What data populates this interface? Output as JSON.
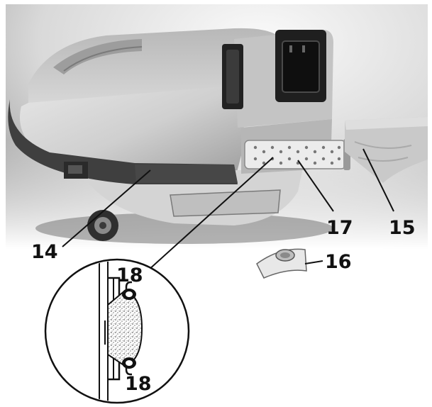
{
  "colors": {
    "backdrop_light": "#f2f2f2",
    "backdrop_dark": "#8e8e8e",
    "body_shell": "#cfcfcf",
    "bumper": "#3f3f3f",
    "ink": "#111111"
  },
  "callouts": {
    "c14": "14",
    "c15": "15",
    "c16": "16",
    "c17": "17",
    "c18_top": "18",
    "c18_bottom": "18"
  }
}
